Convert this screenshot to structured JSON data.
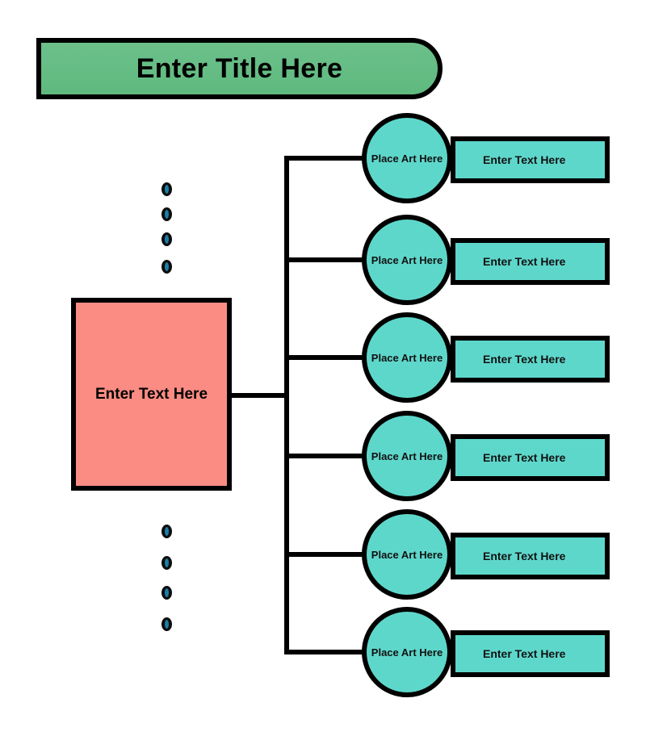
{
  "title": {
    "text": "Enter Title Here",
    "fill": "#63bc83",
    "stroke": "#000000"
  },
  "root": {
    "text": "Enter  Text Here",
    "fill": "#fb8c83",
    "stroke": "#000000"
  },
  "branches": [
    {
      "circle_label": "Place Art Here",
      "text_label": "Enter Text Here"
    },
    {
      "circle_label": "Place Art Here",
      "text_label": "Enter Text Here"
    },
    {
      "circle_label": "Place Art Here",
      "text_label": "Enter Text Here"
    },
    {
      "circle_label": "Place Art Here",
      "text_label": "Enter Text Here"
    },
    {
      "circle_label": "Place Art Here",
      "text_label": "Enter Text Here"
    },
    {
      "circle_label": "Place Art Here",
      "text_label": "Enter Text Here"
    }
  ],
  "branch_fill": "#5ed7cb",
  "dots": {
    "count_top": 4,
    "count_bottom": 4,
    "outer_color": "#0d0d0d",
    "inner_color": "#1a7fa8"
  },
  "connectors": {
    "stroke": "#000000",
    "stroke_width": 6
  }
}
